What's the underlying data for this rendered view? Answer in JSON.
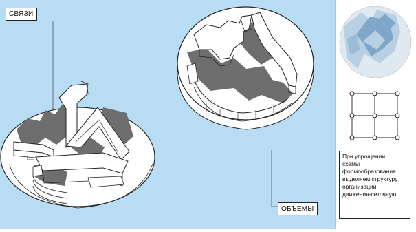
{
  "labels": {
    "links": "СВЯЗИ",
    "volumes": "ОБЪЕМЫ"
  },
  "caption": {
    "line1": "При упрощении",
    "line2": "схемы",
    "line3": "формообразования",
    "line4": "выделяем структуру",
    "line5": "организации",
    "line6": "движения-сеточную"
  },
  "colors": {
    "background_blue": "#b8dcf3",
    "shadow_gray": "#6e6e6e",
    "schematic_blue": "#7ea7c9",
    "schematic_light": "#b9cfe3"
  }
}
